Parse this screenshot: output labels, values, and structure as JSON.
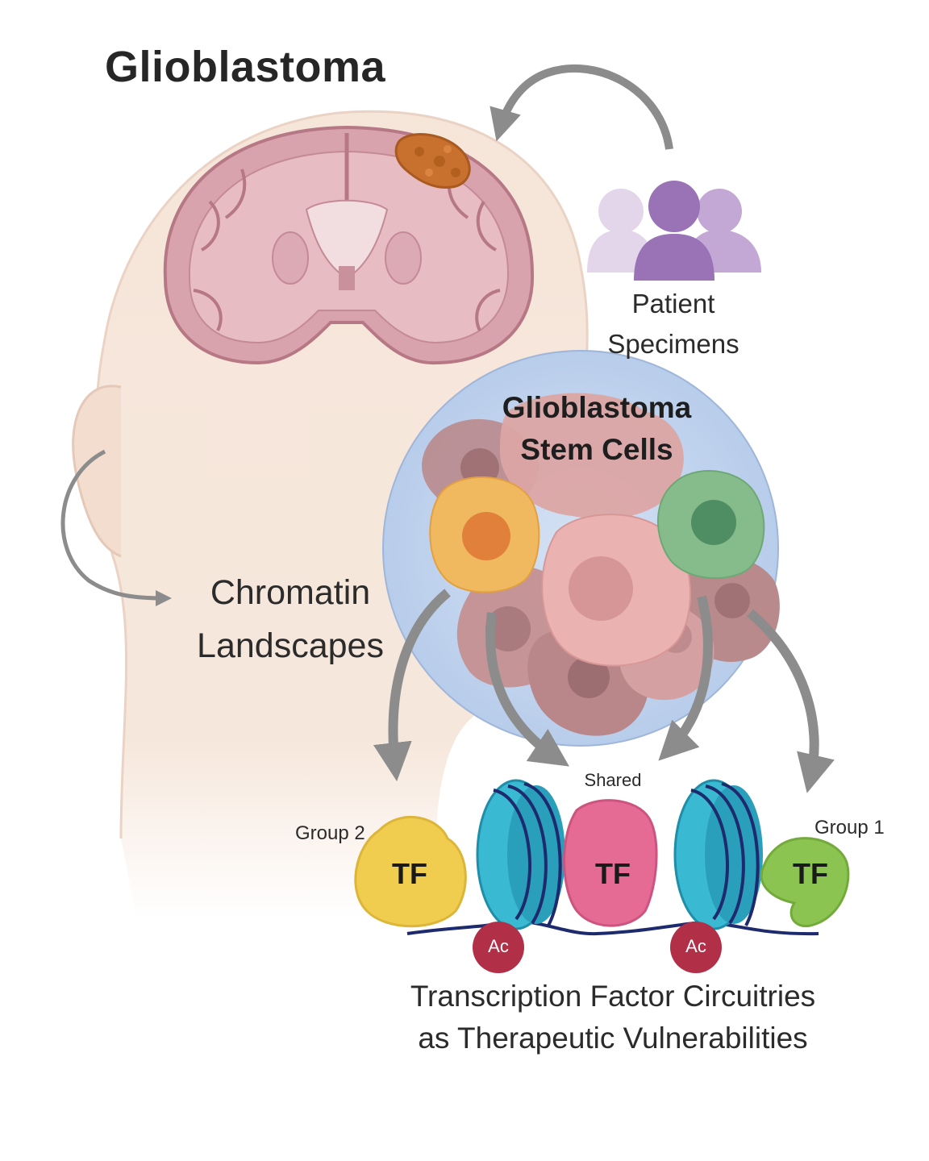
{
  "title": "Glioblastoma",
  "patient_specimens": [
    "Patient",
    "Specimens"
  ],
  "stem_cells": [
    "Glioblastoma",
    "Stem Cells"
  ],
  "chromatin_landscapes": [
    "Chromatin",
    "Landscapes"
  ],
  "tf_groups": {
    "shared": "Shared",
    "group2": "Group 2",
    "group1": "Group 1"
  },
  "tf_label": "TF",
  "acetyl_label": "Ac",
  "caption": [
    "Transcription Factor Circuitries",
    "as Therapeutic Vulnerabilities"
  ],
  "colors": {
    "head": "#f6e6da",
    "brain": "#d9a3ad",
    "tumor": "#c8702e",
    "dish": "#c4d6ef",
    "people": "#9a73b6",
    "tf_group2": "#f0cc4f",
    "tf_shared": "#e56a94",
    "tf_group1": "#8cc452",
    "nucleosome": "#3ab9d2",
    "acetyl": "#b22f48",
    "arrow": "#8c8c8c"
  }
}
